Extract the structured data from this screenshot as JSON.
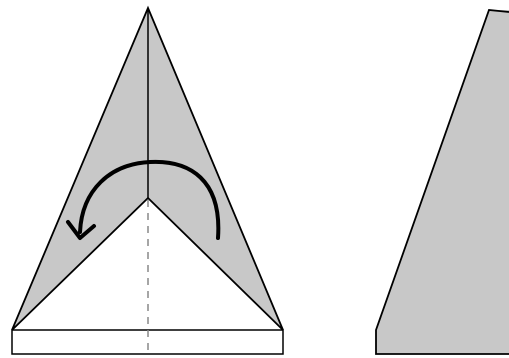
{
  "diagram": {
    "steps": [
      {
        "name": "fold-step-left",
        "fold_direction": "counterclockwise"
      },
      {
        "name": "fold-step-right"
      }
    ],
    "colors": {
      "paper_fill": "#c8c8c8",
      "paper_back": "#ffffff",
      "line": "#000000",
      "crease": "#888888"
    }
  }
}
